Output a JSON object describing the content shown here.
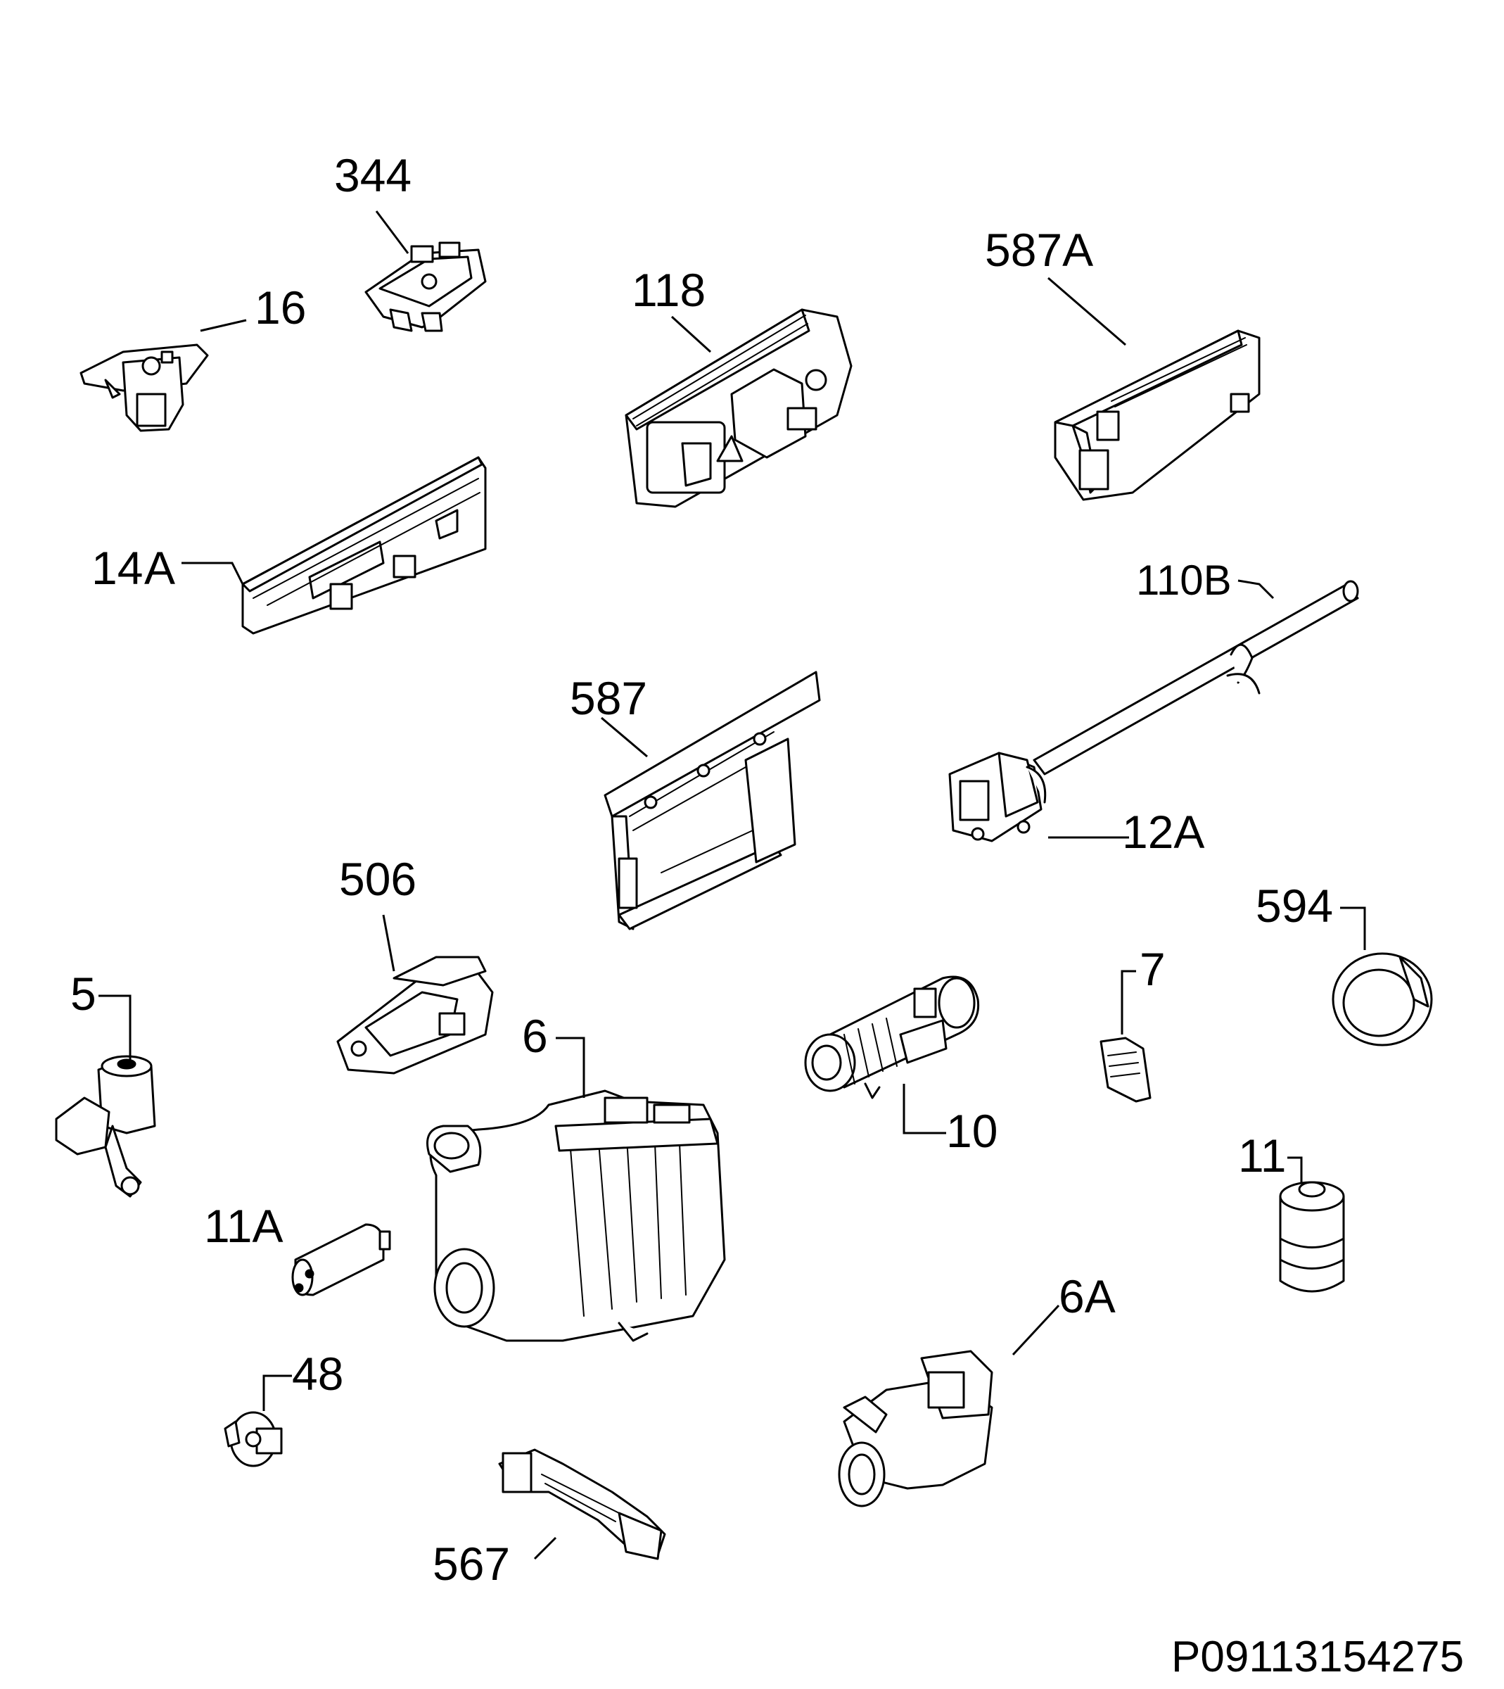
{
  "callouts": {
    "c344": "344",
    "c16": "16",
    "c118": "118",
    "c587A": "587A",
    "c14A_num": "14",
    "c14A_suffix": "A",
    "c110B": "110B",
    "c587": "587",
    "c12A": "12A",
    "c506": "506",
    "c594": "594",
    "c5": "5",
    "c6": "6",
    "c7": "7",
    "c10": "10",
    "c11A": "11A",
    "c11": "11",
    "c6A": "6A",
    "c48": "48",
    "c567": "567"
  },
  "reference_code": "P09113154275"
}
